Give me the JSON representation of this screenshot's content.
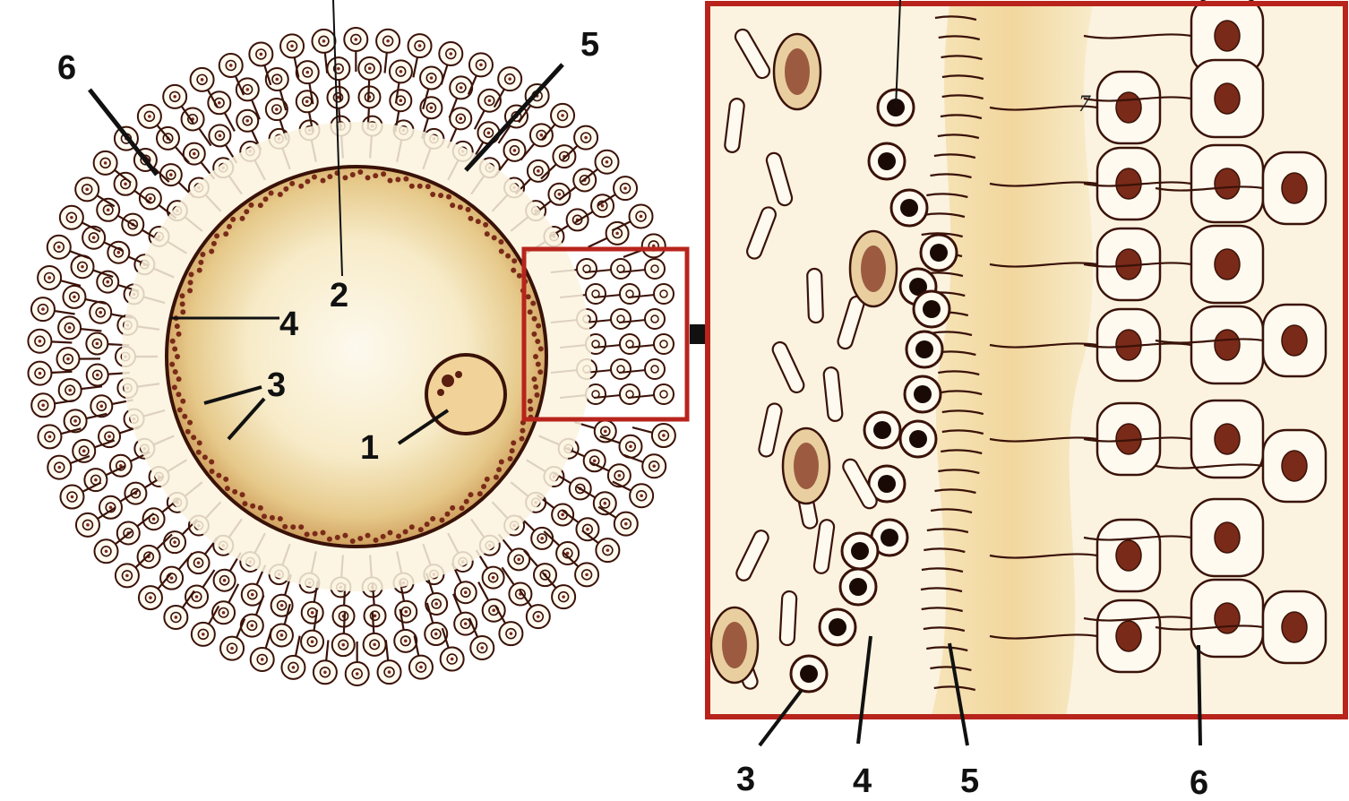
{
  "figure": {
    "left_panel": {
      "labels": {
        "n1": "1",
        "n2": "2",
        "n3": "3",
        "n4": "4",
        "n5": "5",
        "n6": "6"
      }
    },
    "right_panel": {
      "labels": {
        "n3": "3",
        "n4": "4",
        "n5": "5",
        "n6": "6",
        "n7": "7"
      }
    },
    "colors": {
      "frame": "#b8241c",
      "ink": "#3a1208",
      "yolk": "#e6c98a",
      "ooplasm_center": "#fbf6e6",
      "zona": "#f3dfae",
      "cell_fill": "#fffaf0",
      "nucleus": "#7a2a18"
    }
  }
}
